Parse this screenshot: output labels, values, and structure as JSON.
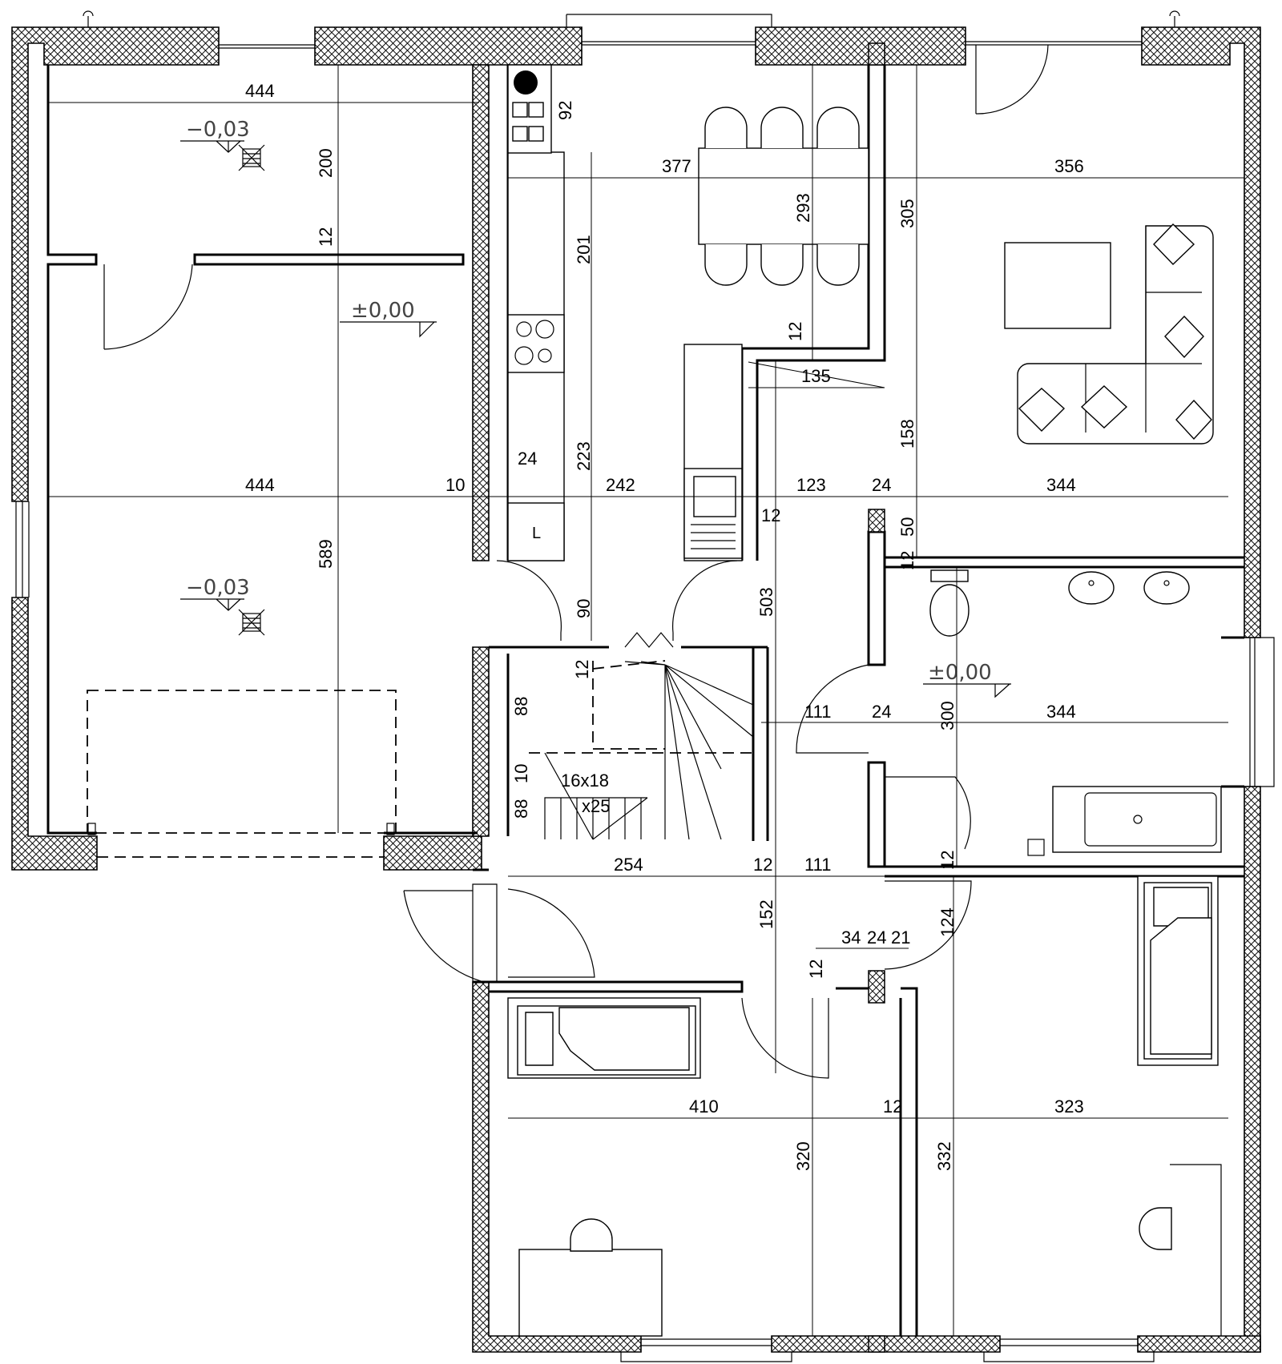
{
  "dimensions": {
    "d444_top": "444",
    "d200": "200",
    "d12_left": "12",
    "d444_mid": "444",
    "d589": "589",
    "d10_left": "10",
    "d92": "92",
    "d201": "201",
    "d223": "223",
    "d24_kitchen": "24",
    "d242": "242",
    "d377": "377",
    "d293": "293",
    "d12_dining": "12",
    "d135": "135",
    "d12_sink": "12",
    "d123": "123",
    "d503": "503",
    "d90": "90",
    "d305": "305",
    "d356": "356",
    "d158": "158",
    "d24_living": "24",
    "d344_living": "344",
    "d50": "50",
    "d12_bath_top": "12",
    "d111_hall": "111",
    "d24_bath": "24",
    "d300": "300",
    "d344_bath": "344",
    "d12_stair": "12",
    "d88_top": "88",
    "d10_stair": "10",
    "d88_bottom": "88",
    "d254": "254",
    "d12_lower": "12",
    "d111_lower": "111",
    "d12_bath_bottom": "12",
    "d152": "152",
    "d34": "34",
    "d24_door": "24",
    "d21": "21",
    "d124": "124",
    "d12_bedroom": "12",
    "d410": "410",
    "d12_bedroom_mid": "12",
    "d323": "323",
    "d320": "320",
    "d332": "332"
  },
  "stairs": {
    "step_size": "16x18",
    "step_count": "x25"
  },
  "levels": {
    "garage_top": "−0,03",
    "garage_bottom": "−0,03",
    "hall": "±0,00",
    "bathroom": "±0,00"
  },
  "kitchen": {
    "fridge_label": "L"
  },
  "colors": {
    "line": "#000000",
    "background": "#ffffff",
    "hatch": "#000000"
  }
}
